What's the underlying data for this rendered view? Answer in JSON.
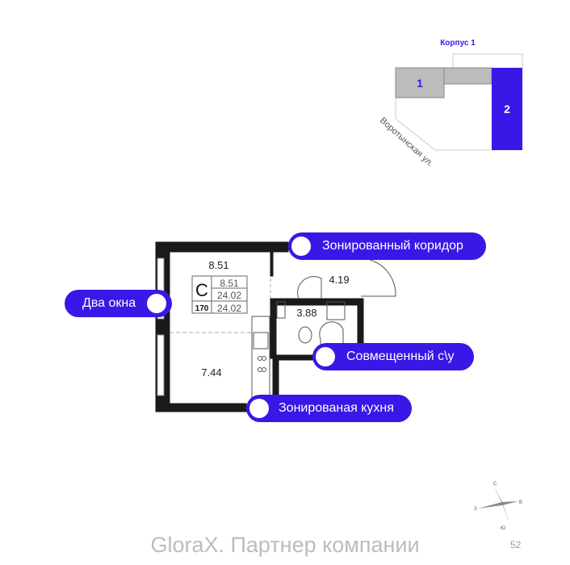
{
  "site_plan": {
    "title": "Корпус 1",
    "building_1": "1",
    "building_2": "2",
    "street": "Воротынская ул.",
    "accent_color": "#3a17e6"
  },
  "plan": {
    "room_living_area": "8.51",
    "room_kitchen_area": "7.44",
    "room_hall_area": "4.19",
    "room_bath_area": "3.88",
    "badge": {
      "type": "С",
      "living": "8.51",
      "total": "24.02",
      "number": "170",
      "total2": "24.02"
    }
  },
  "callouts": {
    "corridor": "Зонированный коридор",
    "windows": "Два окна",
    "bathroom": "Совмещенный с\\у",
    "kitchen": "Зонированая кухня"
  },
  "compass": {
    "n": "С",
    "e": "В",
    "s": "Ю",
    "w": "З"
  },
  "footer": "GloraX. Партнер компании",
  "page_number": "52"
}
